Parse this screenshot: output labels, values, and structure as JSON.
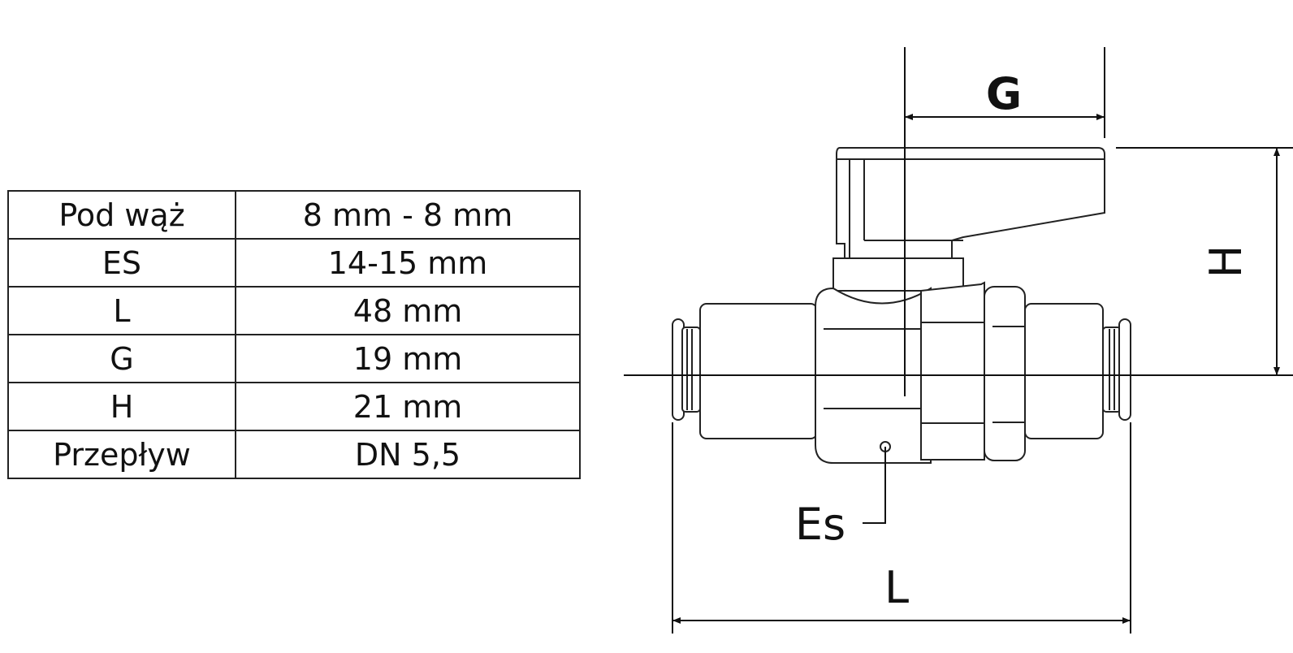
{
  "spec_table": {
    "rows": [
      {
        "param": "Pod wąż",
        "value": "8 mm - 8 mm"
      },
      {
        "param": "ES",
        "value": "14-15 mm"
      },
      {
        "param": "L",
        "value": "48 mm"
      },
      {
        "param": "G",
        "value": "19 mm"
      },
      {
        "param": "H",
        "value": "21 mm"
      },
      {
        "param": "Przepływ",
        "value": "DN 5,5"
      }
    ]
  },
  "drawing": {
    "labels": {
      "G": "G",
      "H": "H",
      "Es": "Es",
      "L": "L"
    }
  }
}
